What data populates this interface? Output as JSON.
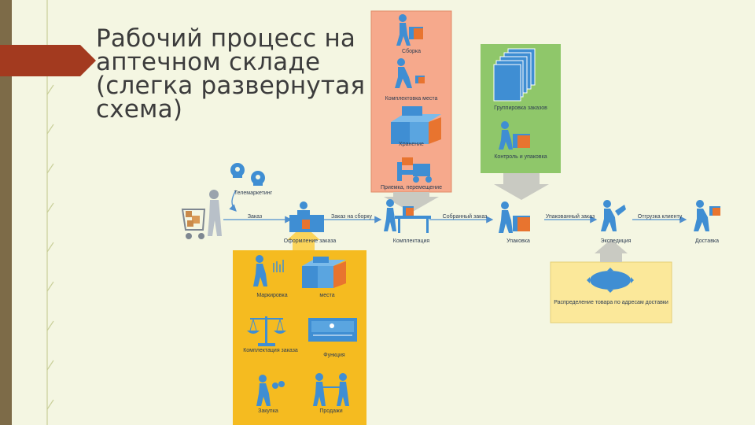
{
  "slide": {
    "title": "Рабочий процесс на аптечном складе (слегка развернутая схема)"
  },
  "colors": {
    "accent_red": "#a33a1f",
    "side_bar": "#7d6b48",
    "orange_panel": "#f6a98c",
    "green_panel": "#8fc76a",
    "yellow_panel": "#f5bb20",
    "light_yellow_panel": "#fbe89a",
    "figure_blue": "#3f8ed3",
    "box_orange": "#e8742f"
  },
  "top_panel": {
    "items": [
      "Сборка",
      "Комплектовка места",
      "Хранение",
      "Приемка, перемещение"
    ]
  },
  "green_panel": {
    "items": [
      "Группировка заказов",
      "Контроль и упаковка"
    ]
  },
  "left_panel": {
    "items": [
      "Маркировка",
      "места",
      "Комплектация заказа",
      "Функция",
      "Закупка",
      "Продажи"
    ]
  },
  "right_panel": {
    "label": "Распределение товара по адресам доставки"
  },
  "flow": {
    "nodes": [
      "Телемаркетинг",
      "Оформление заказа",
      "Комплектация",
      "Упаковка",
      "Экспедиция",
      "Доставка"
    ],
    "edges": [
      "Заказ",
      "Заказ на сборку",
      "Собранный заказ",
      "Упакованный заказ",
      "Отгрузка клиенту"
    ]
  }
}
